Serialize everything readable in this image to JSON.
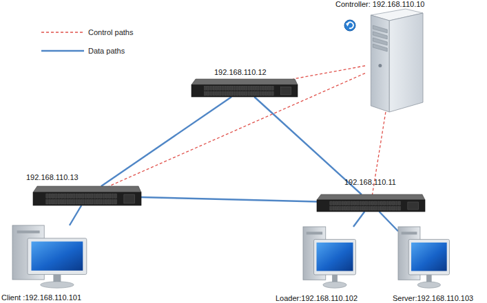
{
  "diagram": {
    "nodes": [
      {
        "text": [
          "Controller: 192.168.110.10"
        ]
      },
      {
        "text": [
          "192.168.110.12"
        ]
      },
      {
        "text": [
          "192.168.110.13"
        ]
      },
      {
        "text": [
          "192.168.110.11"
        ]
      },
      {
        "text": [
          "Client :192.168.110.101"
        ]
      },
      {
        "text": [
          "Loader:192.168.110.102"
        ]
      },
      {
        "text": [
          "Server:192.168.110.103"
        ]
      }
    ],
    "edges": [
      {
        "from": 1,
        "to": 2,
        "arrow": "none"
      },
      {
        "from": 1,
        "to": 3,
        "arrow": "none"
      },
      {
        "from": 2,
        "to": 3,
        "arrow": "none"
      },
      {
        "from": 2,
        "to": 4,
        "arrow": "none"
      },
      {
        "from": 3,
        "to": 5,
        "arrow": "none"
      },
      {
        "from": 3,
        "to": 6,
        "arrow": "none"
      },
      {
        "from": 0,
        "to": 1,
        "arrow": "none"
      },
      {
        "from": 0,
        "to": 2,
        "arrow": "none"
      },
      {
        "from": 0,
        "to": 3,
        "arrow": "none"
      }
    ],
    "legend": [
      {
        "text": "Control paths"
      },
      {
        "text": "Data paths"
      }
    ]
  }
}
